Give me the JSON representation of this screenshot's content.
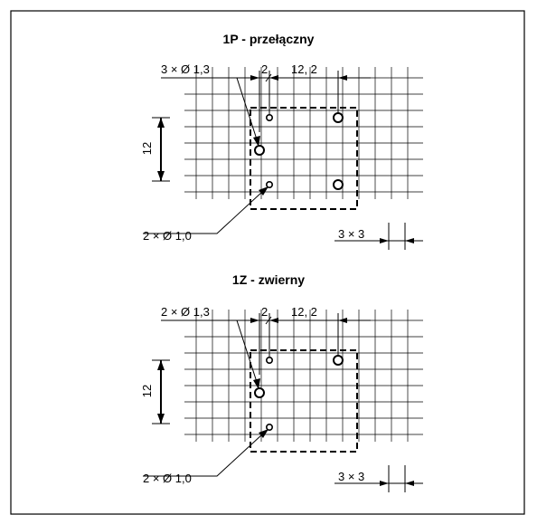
{
  "diagrams": [
    {
      "title": "1P - przełączny",
      "hole_label_top": "3 × Ø 1,3",
      "hole_label_bottom": "2 × Ø 1,0",
      "dim_small": "2",
      "dim_large": "12, 2",
      "dim_vertical": "12",
      "grid_note": "3 × 3"
    },
    {
      "title": "1Z - zwierny",
      "hole_label_top": "2 × Ø 1,3",
      "hole_label_bottom": "2 × Ø 1,0",
      "dim_small": "2",
      "dim_large": "12, 2",
      "dim_vertical": "12",
      "grid_note": "3 × 3"
    }
  ]
}
